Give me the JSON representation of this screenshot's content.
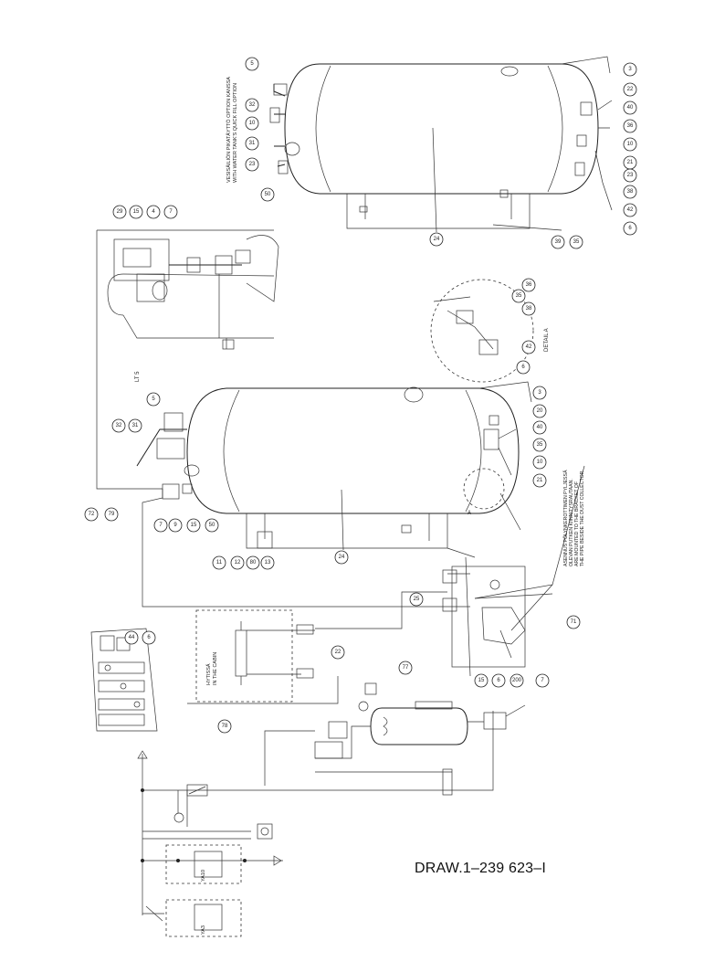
{
  "drawing": {
    "number": "DRAW.1–239 623–I",
    "view_label": "LT 5",
    "detail_label": "DETAIL A",
    "detail_marker": "A",
    "notes": {
      "water_tank_fi": "VESISÄILIÖN PIKATÄYTTÖ OPTION KANSSA",
      "water_tank_en": "WITH WATER TANK'S QUICK FILL OPTION",
      "dust_collector_fi_1": "ASENNUS PÖLYNKEROTTIMEN PYLJESSÄ",
      "dust_collector_fi_2": "OLEVAN PUTKEN KIINNITYSRAUTAAN.",
      "dust_collector_en_1": "ARE MOUNTED TO THE BRACKET OF",
      "dust_collector_en_2": "THE PIPE BESIDE THE DUST COLLECTOR.",
      "cabin_fi": "HYTISSÄ",
      "cabin_en": "IN THE CABIN",
      "valve_a": "YA10",
      "valve_b": "YA3"
    }
  },
  "callouts": {
    "upper_tank": [
      "5",
      "32",
      "10",
      "31",
      "23",
      "50",
      "3",
      "22",
      "40",
      "36",
      "10",
      "21",
      "23",
      "38",
      "42",
      "6",
      "39",
      "35",
      "24"
    ],
    "detail_a": [
      "36",
      "35",
      "38",
      "42",
      "6"
    ],
    "upper_left_assembly": [
      "29",
      "15",
      "4",
      "7"
    ],
    "lower_tank": [
      "5",
      "32",
      "31",
      "7",
      "9",
      "15",
      "50",
      "11",
      "12",
      "80",
      "13",
      "24",
      "3",
      "20",
      "40",
      "35",
      "10",
      "21",
      "72",
      "79"
    ],
    "lower_fittings": [
      "25",
      "15",
      "6",
      "200",
      "7",
      "71",
      "77",
      "22",
      "78",
      "44",
      "6"
    ]
  }
}
